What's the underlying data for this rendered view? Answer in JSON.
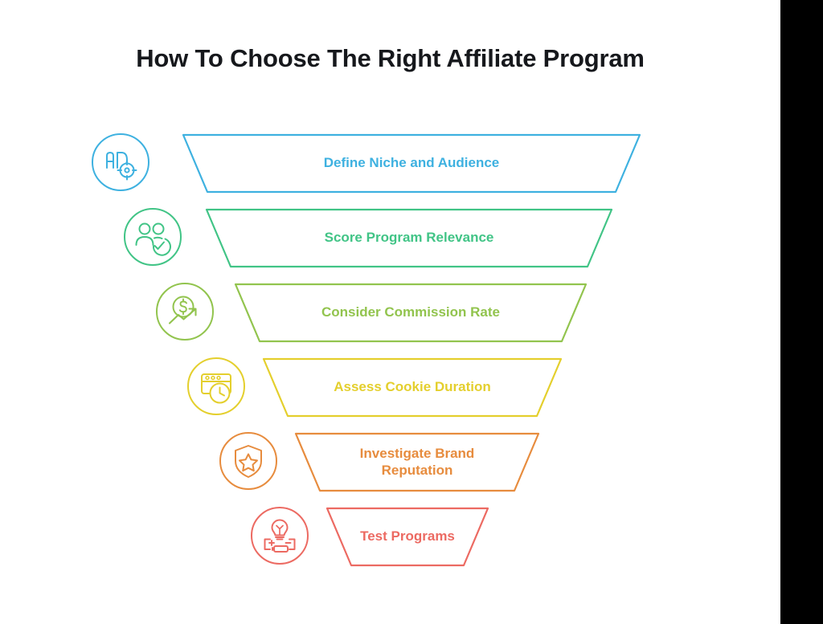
{
  "page": {
    "title": "How To Choose The Right Affiliate Program",
    "background_color": "#ffffff",
    "title_color": "#16181c",
    "right_band_color": "#000000"
  },
  "chart_data": {
    "type": "funnel",
    "title": "How To Choose The Right Affiliate Program",
    "orientation": "vertical-descending",
    "stage_count": 6,
    "categories": [
      "Define Niche and Audience",
      "Score Program Relevance",
      "Consider Commission Rate",
      "Assess Cookie Duration",
      "Investigate Brand Reputation",
      "Test Programs"
    ],
    "colors": [
      "#3eb1e0",
      "#41c486",
      "#92c44e",
      "#e4cf2d",
      "#e78c3e",
      "#ec6a62"
    ],
    "legend": "none",
    "grid": false
  },
  "funnel": {
    "stages": [
      {
        "index": 1,
        "label": "Define Niche and Audience",
        "label_lines": [
          "Define Niche and Audience"
        ],
        "color": "#3eb1e0",
        "icon": "ad-target-icon",
        "icon_name": "ad-target-icon"
      },
      {
        "index": 2,
        "label": "Score Program Relevance",
        "label_lines": [
          "Score Program Relevance"
        ],
        "color": "#41c486",
        "icon": "users-check-icon",
        "icon_name": "users-check-icon"
      },
      {
        "index": 3,
        "label": "Consider Commission Rate",
        "label_lines": [
          "Consider Commission Rate"
        ],
        "color": "#92c44e",
        "icon": "dollar-growth-icon",
        "icon_name": "dollar-growth-icon"
      },
      {
        "index": 4,
        "label": "Assess Cookie Duration",
        "label_lines": [
          "Assess Cookie Duration"
        ],
        "color": "#e4cf2d",
        "icon": "browser-clock-icon",
        "icon_name": "browser-clock-icon"
      },
      {
        "index": 5,
        "label": "Investigate Brand Reputation",
        "label_lines": [
          "Investigate Brand",
          "Reputation"
        ],
        "color": "#e78c3e",
        "icon": "shield-star-icon",
        "icon_name": "shield-star-icon"
      },
      {
        "index": 6,
        "label": "Test Programs",
        "label_lines": [
          "Test Programs"
        ],
        "color": "#ec6a62",
        "icon": "lightbulb-circuit-icon",
        "icon_name": "lightbulb-circuit-icon"
      }
    ]
  }
}
